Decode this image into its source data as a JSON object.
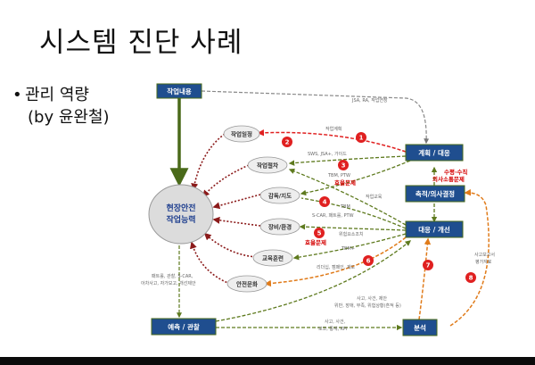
{
  "slide": {
    "title": "시스템 진단 사례",
    "bullet_text": "관리 역량",
    "bullet_sub": "(by 윤완철)"
  },
  "colors": {
    "box": "#1f4e8f",
    "node_fill": "#eeeeee",
    "core_fill": "#dcdcdc",
    "dark_red": "#8b1a1a",
    "red": "#e02020",
    "green": "#5e7a1e",
    "dark_green": "#4a6a1a",
    "orange": "#e07b1a",
    "dash_gray": "#888888",
    "highlight": "#d40000"
  },
  "diagram": {
    "boxes": {
      "work_content": "작업내용",
      "plan": "계획 / 대응",
      "accumulate": "축적/의사결정",
      "respond": "대응 / 개선",
      "predict": "예측 / 관찰",
      "analysis": "분석"
    },
    "nodes": {
      "schedule": "작업일정",
      "permit": "작업절차",
      "supervision": "감독/지도",
      "equipment": "장비/환경",
      "education": "교육훈련",
      "safety_culture": "안전문화"
    },
    "core": {
      "line1": "현장안전",
      "line2": "작업능력"
    },
    "circles": [
      "1",
      "2",
      "3",
      "4",
      "5",
      "6",
      "7",
      "8"
    ],
    "notes": {
      "top": "JSA, RA, 작업연장",
      "n1": "작업계획",
      "n3": "SWS, JSA+, 가이드",
      "n3b": "TBM, PTW",
      "n3c": "효율문제",
      "n4": "작업교육",
      "n4b": "TBM",
      "n5": "S-CAR, 패트롤, PTW",
      "n5b": "위험요소조치",
      "n5c": "효율문제",
      "n6": "TBM+",
      "n6b": "리더십, 캠페인, 제도",
      "comm1": "수평·수직",
      "comm2": "의사소통문제",
      "report1": "사고보고서",
      "report2": "평가자료",
      "left1": "패트롤, 관찰, S-CAR,",
      "left2": "아차사고, 자가보고, 개선제안",
      "mid1": "사고, 사건, 제안",
      "mid2": "위반, 장애, 부족, 위험상황(흔적 등)",
      "bottom1": "사고, 사건,",
      "bottom2": "보고, 통계, KPI"
    }
  }
}
